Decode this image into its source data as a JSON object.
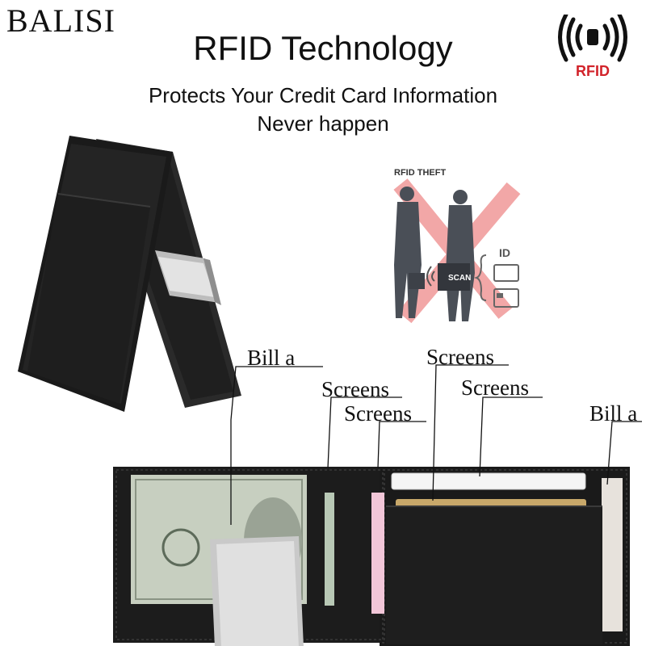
{
  "brand": "BALISI",
  "headline": "RFID Technology",
  "subline_1": "Protects Your Credit Card Information",
  "subline_2": "Never happen",
  "rfid_badge": {
    "label": "RFID",
    "color": "#d2232a",
    "icon": "rfid-signal-icon"
  },
  "theft_graphic": {
    "label": "RFID THEFT",
    "scan_label": "SCAN",
    "id_label": "ID",
    "cross_color": "#f2a7a7"
  },
  "callouts": {
    "bill_left": "Bill a",
    "screens_1": "Screens",
    "screens_2": "Screens",
    "screens_3": "Screens",
    "screens_4": "Screens",
    "bill_right": "Bill a"
  },
  "colors": {
    "leather": "#1c1c1c",
    "clip": "#c9c9c9",
    "bill": "#c7cfc0"
  }
}
